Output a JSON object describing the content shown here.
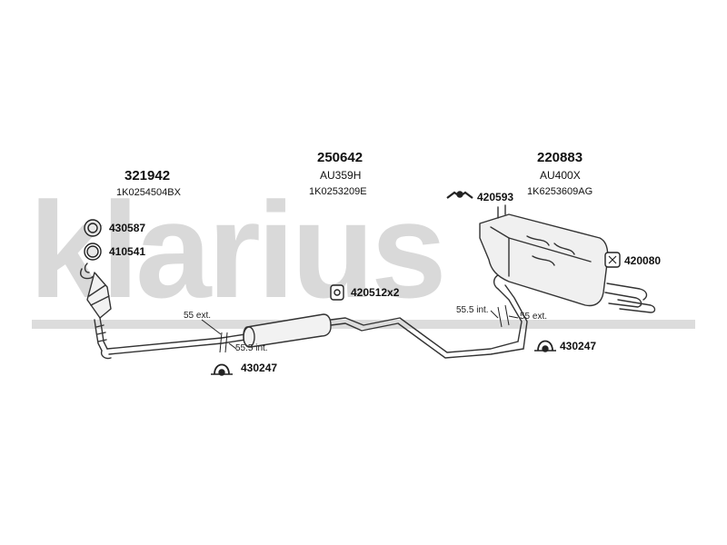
{
  "watermark": {
    "text": "klarius"
  },
  "parts": {
    "p1": {
      "number": "321942",
      "oe": "1K0254504BX"
    },
    "p2": {
      "number": "250642",
      "code": "AU359H",
      "oe": "1K0253209E"
    },
    "p3": {
      "number": "220883",
      "code": "AU400X",
      "oe": "1K6253609AG"
    }
  },
  "fittings": {
    "f1": "430587",
    "f2": "410541",
    "f3": "420593",
    "f4": "420080",
    "f5": "420512x2",
    "f6": "430247",
    "f7": "430247"
  },
  "dimensions": {
    "d1": "55 ext.",
    "d2": "55.5 int.",
    "d3": "55.5 int.",
    "d4": "55 ext."
  }
}
